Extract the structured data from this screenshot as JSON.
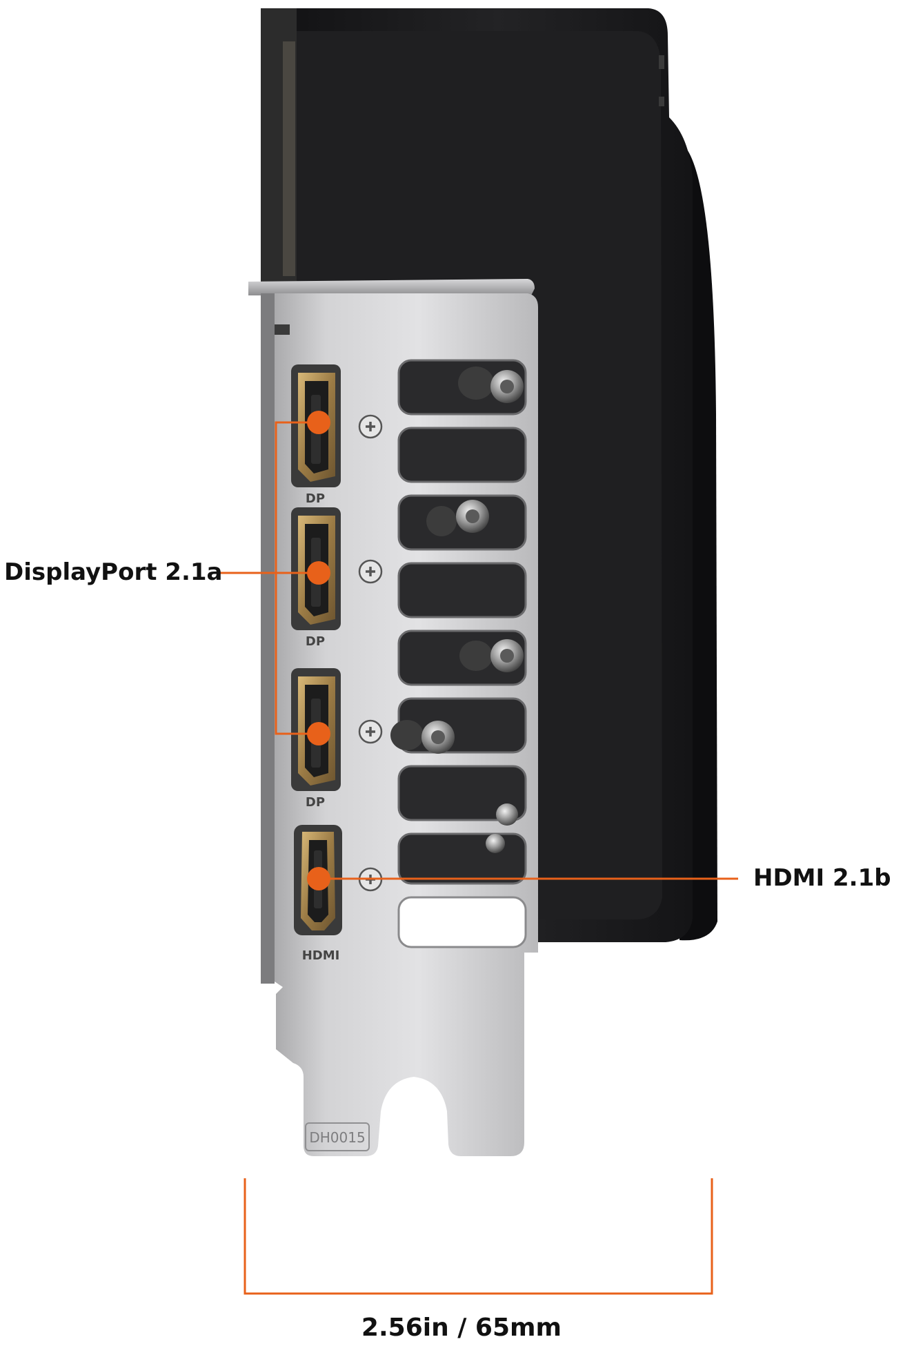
{
  "callouts": {
    "displayport": "DisplayPort 2.1a",
    "hdmi": "HDMI 2.1b"
  },
  "dimension": {
    "label": "2.56in / 65mm"
  },
  "bracket_markings": {
    "dp_port_label": "DP",
    "hdmi_port_label": "HDMI",
    "part_code": "DH0015"
  },
  "colors": {
    "accent": "#e8611a",
    "shroud": "#1c1c1e",
    "bracket": "#c9c9cb",
    "port_gold": "#b8935a",
    "background": "#ffffff"
  },
  "icons": {
    "screw": "screw-icon",
    "callout_dot": "callout-dot-icon"
  }
}
